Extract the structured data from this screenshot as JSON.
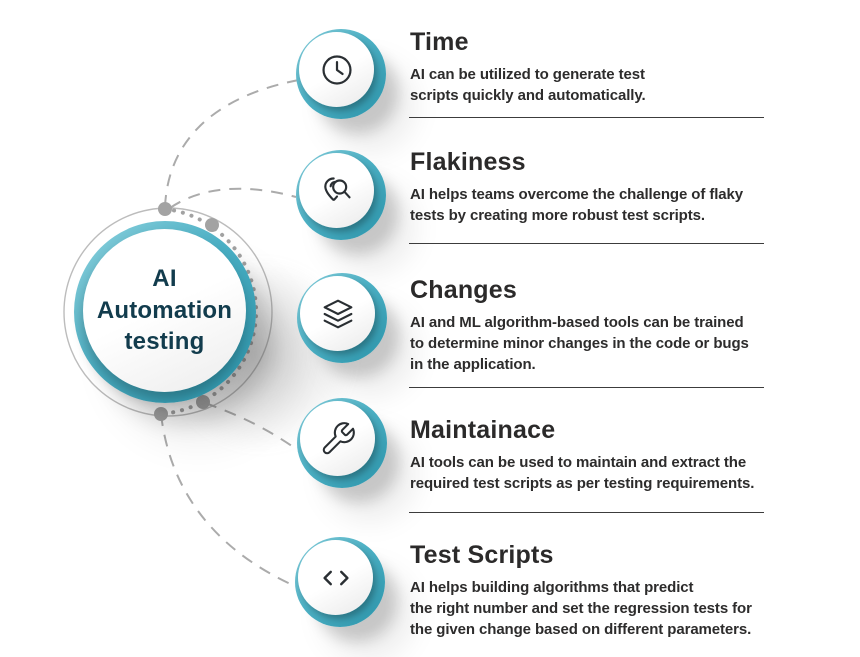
{
  "colors": {
    "teal": "#4db1c5",
    "teal_dark": "#2b93a9",
    "hub_text": "#123c4d",
    "heading_text": "#2b2a2a",
    "body_text": "#2d2c2c",
    "divider": "#3c3c3c",
    "connector_gray": "#a8a8a8"
  },
  "hub": {
    "label": "AI\nAutomation\ntesting"
  },
  "items": [
    {
      "icon": "clock-icon",
      "title": "Time",
      "description": "AI can be utilized to generate test\nscripts quickly and automatically."
    },
    {
      "icon": "search-pin-icon",
      "title": "Flakiness",
      "description": "AI helps teams overcome the challenge of flaky\ntests by creating more robust test scripts."
    },
    {
      "icon": "layers-icon",
      "title": "Changes",
      "description": "AI and ML algorithm-based tools can be trained\nto determine minor changes in the code or bugs\nin the application."
    },
    {
      "icon": "wrench-icon",
      "title": "Maintainace",
      "description": "AI tools can be used to maintain and extract the\nrequired test scripts as per testing requirements."
    },
    {
      "icon": "code-icon",
      "title": "Test Scripts",
      "description": "AI helps building algorithms that predict\nthe right number and set the regression tests for\nthe given change based on different parameters."
    }
  ]
}
